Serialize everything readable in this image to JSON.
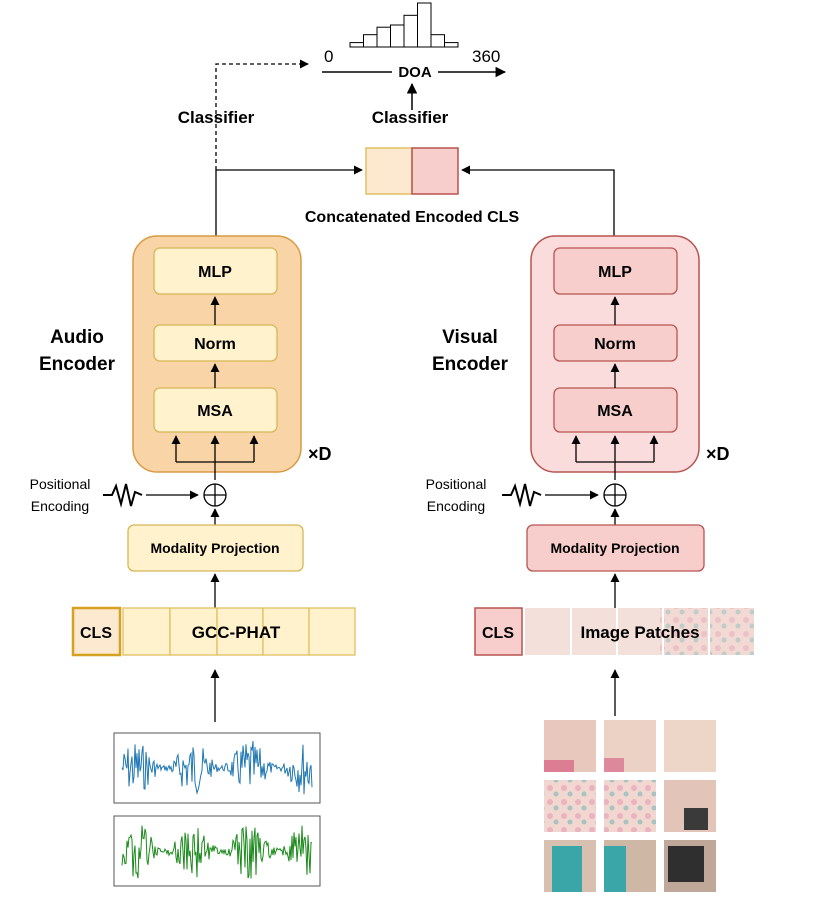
{
  "doa": {
    "zero": "0",
    "max": "360",
    "axis_label": "DOA",
    "histogram_levels": [
      0.1,
      0.28,
      0.45,
      0.5,
      0.72,
      1.0,
      0.28,
      0.1
    ]
  },
  "classifier_left": "Classifier",
  "classifier_right": "Classifier",
  "concat_label": "Concatenated Encoded CLS",
  "audio_encoder": {
    "title_line1": "Audio",
    "title_line2": "Encoder",
    "mlp": "MLP",
    "norm": "Norm",
    "msa": "MSA",
    "repeat": "×D",
    "pos_line1": "Positional",
    "pos_line2": "Encoding",
    "projection": "Modality Projection",
    "cls": "CLS",
    "tokens": "GCC-PHAT"
  },
  "visual_encoder": {
    "title_line1": "Visual",
    "title_line2": "Encoder",
    "mlp": "MLP",
    "norm": "Norm",
    "msa": "MSA",
    "repeat": "×D",
    "pos_line1": "Positional",
    "pos_line2": "Encoding",
    "projection": "Modality Projection",
    "cls": "CLS",
    "tokens": "Image Patches"
  },
  "colors": {
    "audio_fill": "#f9d4a6",
    "audio_stroke": "#d89a45",
    "audio_block": "#fff2cc",
    "audio_block_stroke": "#d6b656",
    "visual_fill": "#fadcdc",
    "visual_stroke": "#b85450",
    "visual_block": "#f8cecc",
    "wave_blue": "#1f77b4",
    "wave_green": "#1a8a1a"
  }
}
